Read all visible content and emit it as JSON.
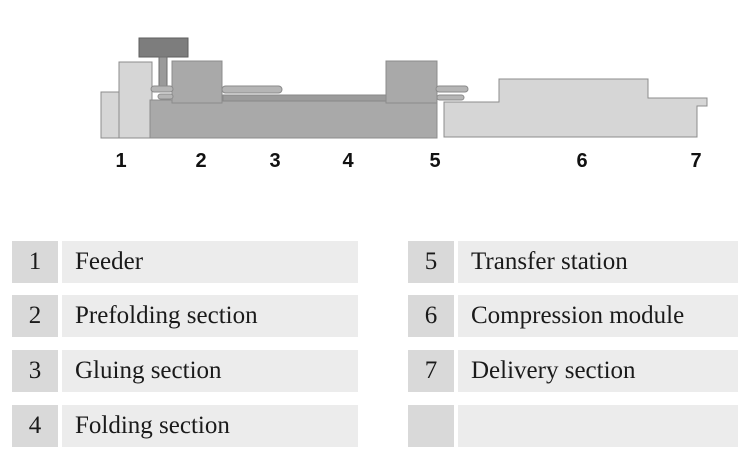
{
  "stations": [
    "1",
    "2",
    "3",
    "4",
    "5",
    "6",
    "7"
  ],
  "legend": [
    {
      "num": "1",
      "label": "Feeder"
    },
    {
      "num": "2",
      "label": "Prefolding section"
    },
    {
      "num": "3",
      "label": "Gluing section"
    },
    {
      "num": "4",
      "label": "Folding section"
    },
    {
      "num": "5",
      "label": "Transfer station"
    },
    {
      "num": "6",
      "label": "Compression module"
    },
    {
      "num": "7",
      "label": "Delivery section"
    },
    {
      "num": "",
      "label": ""
    }
  ],
  "colors": {
    "machine_dark": "#a9a9a9",
    "machine_light": "#d6d6d6",
    "machine_outline": "#8c8c8c",
    "gear_head": "#7d7d7d",
    "legend_num_bg": "#d9d9d9",
    "legend_label_bg": "#ececec"
  }
}
